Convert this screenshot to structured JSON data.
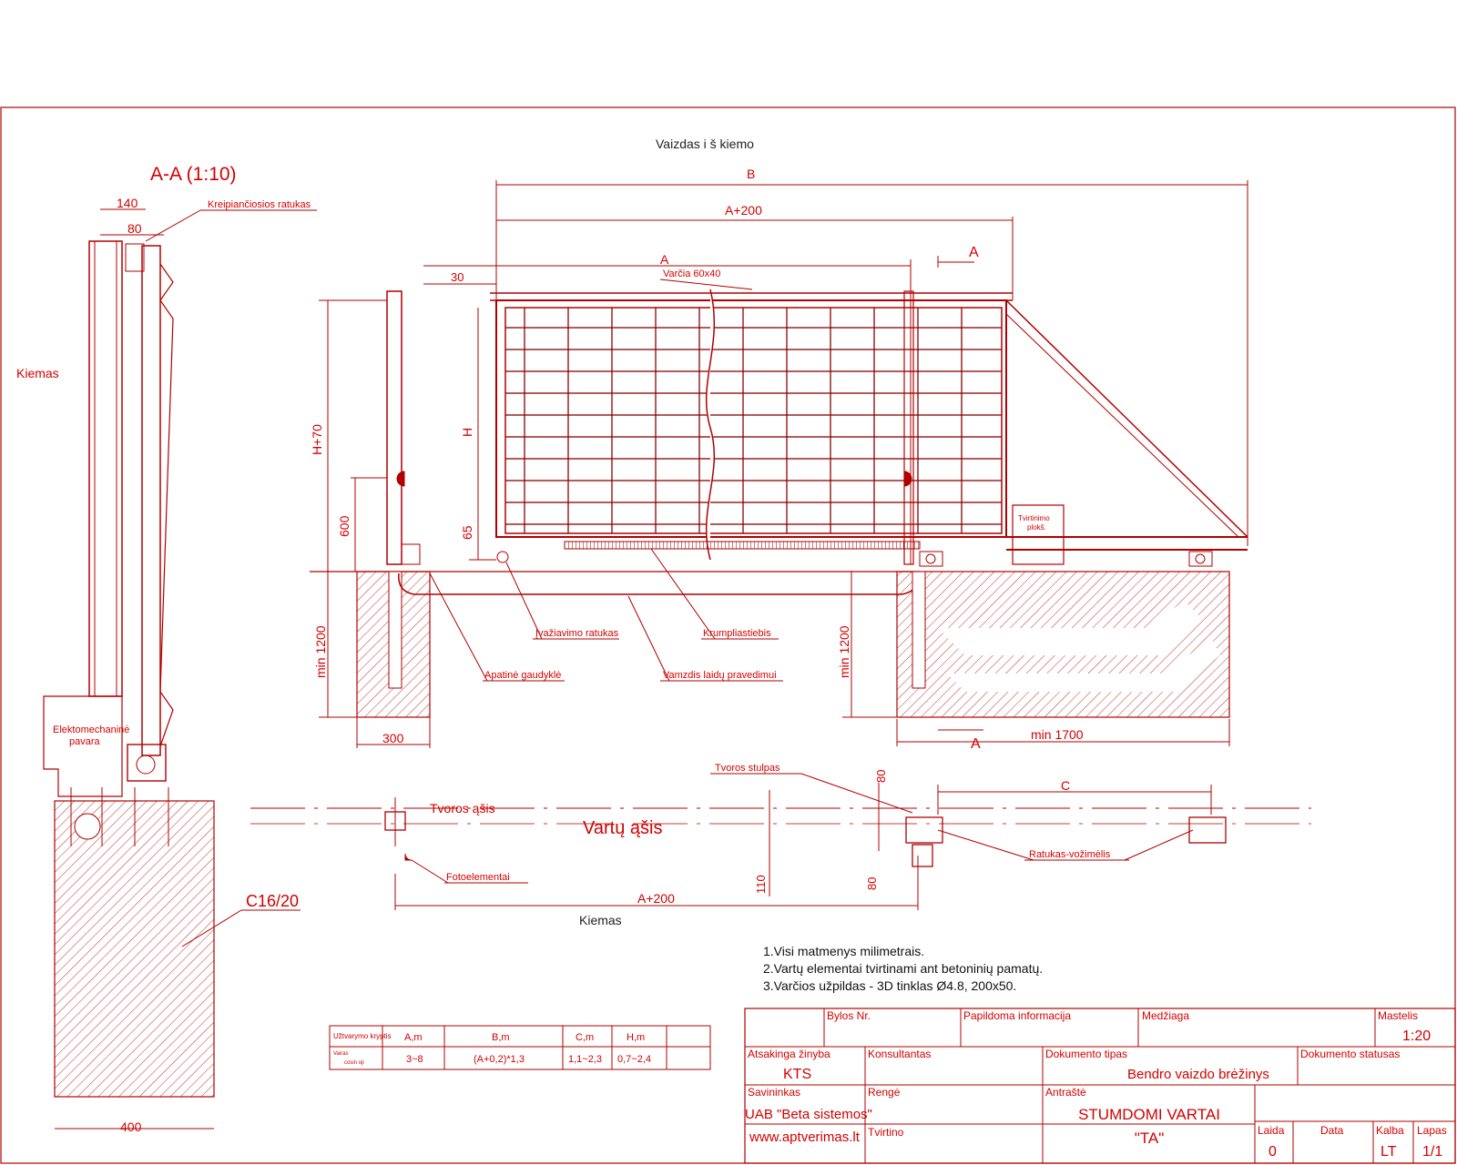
{
  "view_title": "Vaizdas i š kiemo",
  "section": {
    "title": "A-A (1:10)",
    "dim_140": "140",
    "dim_80": "80",
    "guide_wheel": "Kreipiančiosios ratukas",
    "yard": "Kiemas",
    "motor_box": [
      "Elektomechaninė",
      "pavara"
    ],
    "concrete": "C16/20",
    "dim_400": "400"
  },
  "elevation": {
    "dim_B": "B",
    "dim_A200": "A+200",
    "dim_A": "A",
    "dim_30": "30",
    "frame_label": "Varčia 60x40",
    "section_mark": "A",
    "dim_H70": "H+70",
    "dim_H": "H",
    "dim_600": "600",
    "dim_65": "65",
    "dim_min1200_left": "min 1200",
    "dim_min1200_right": "min 1200",
    "dim_300": "300",
    "dim_min1700": "min 1700",
    "motor_small": [
      "Tvirtinimo",
      "plokš."
    ],
    "entry_wheel": "Įvažiavimo ratukas",
    "rack": "Krumpliastiebis",
    "bottom_catch": "Apatinė gaudyklė",
    "cable_pipe": "Vamzdis laidų pravedimui"
  },
  "plan": {
    "fence_post": "Tvoros stulpas",
    "fence_axis": "Tvoros ąšis",
    "gate_axis": "Vartų ąšis",
    "dim_C": "C",
    "dim_80_top": "80",
    "dim_80_bottom": "80",
    "dim_110": "110",
    "roller_label": "Ratukas-vožimėlis",
    "photo_label": "Fotoelementai",
    "dim_A200": "A+200",
    "yard": "Kiemas"
  },
  "notes": [
    "1.Visi matmenys milimetrais.",
    "2.Vartų elementai tvirtinami ant betoninių pamatų.",
    "3.Varčios užpildas - 3D tinklas Ø4.8, 200x50."
  ],
  "spec_table": {
    "headers": [
      "Užtvarymo kryptis",
      "A,m",
      "B,m",
      "C,m",
      "H,m",
      ""
    ],
    "row_label": [
      "Vairas",
      "cosin oji"
    ],
    "row": [
      "3~8",
      "(A+0,2)*1,3",
      "1,1~2,3",
      "0,7~2,4",
      ""
    ]
  },
  "title_block": {
    "bylos_label": "Bylos Nr.",
    "papildoma_label": "Papildoma informacija",
    "medziaga_label": "Medžiaga",
    "mastelis_label": "Mastelis",
    "mastelis_value": "1:20",
    "atsakinga_label": "Atsakinga žinyba",
    "atsakinga_value": "KTS",
    "konsultantas_label": "Konsultantas",
    "dok_tipas_label": "Dokumento tipas",
    "dok_tipas_value": "Bendro vaizdo brėžinys",
    "dok_statusas_label": "Dokumento statusas",
    "savininkas_label": "Savininkas",
    "savininkas_value": "UAB \"Beta sistemos\"",
    "website": "www.aptverimas.lt",
    "renge_label": "Rengė",
    "tvirtino_label": "Tvirtino",
    "antraste_label": "Antraštė",
    "antraste_line1": "STUMDOMI VARTAI",
    "antraste_line2": "\"TA\"",
    "laida_label": "Laida",
    "laida_value": "0",
    "data_label": "Data",
    "kalba_label": "Kalba",
    "kalba_value": "LT",
    "lapas_label": "Lapas",
    "lapas_value": "1/1"
  },
  "colors": {
    "line": "#b00000",
    "text": "#d40000",
    "background": "#ffffff"
  }
}
